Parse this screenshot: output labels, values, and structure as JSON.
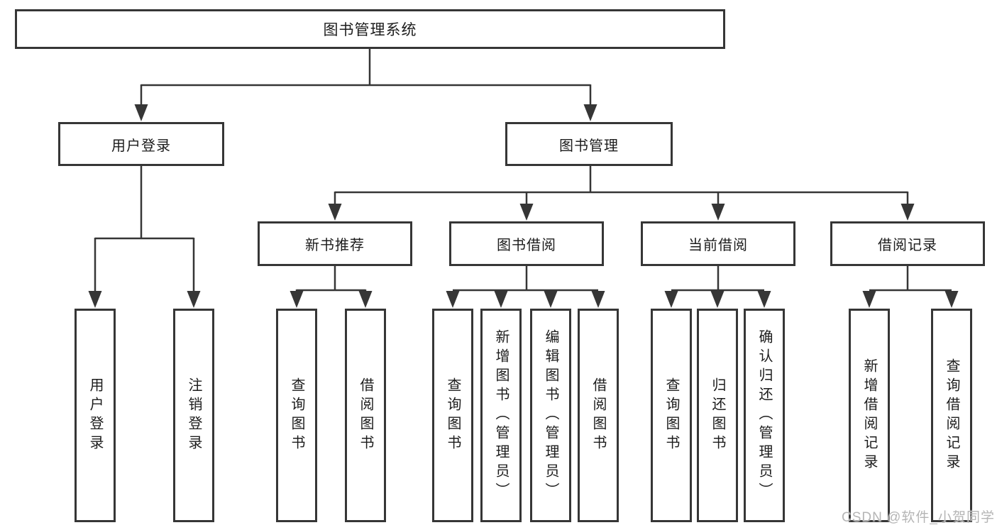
{
  "diagram": {
    "title": "图书管理系统",
    "watermark": "CSDN @软件_小贺同学",
    "colors": {
      "line": "#363636",
      "box_border": "#363636",
      "text": "#1c1c1c",
      "background": "#ffffff",
      "watermark": "#b5b5b5"
    },
    "nodes": {
      "root": {
        "label": "图书管理系统"
      },
      "user_login": {
        "label": "用户登录"
      },
      "book_mgmt": {
        "label": "图书管理"
      },
      "login": {
        "label": "用户登录"
      },
      "logout": {
        "label": "注销登录"
      },
      "new_book": {
        "label": "新书推荐"
      },
      "borrow": {
        "label": "图书借阅"
      },
      "current": {
        "label": "当前借阅"
      },
      "records": {
        "label": "借阅记录"
      },
      "nb_query": {
        "label": "查询图书"
      },
      "nb_borrow": {
        "label": "借阅图书"
      },
      "b_query": {
        "label": "查询图书"
      },
      "b_add": {
        "label": "新增图书（管理员）"
      },
      "b_edit": {
        "label": "编辑图书（管理员）"
      },
      "b_borrow": {
        "label": "借阅图书"
      },
      "c_query": {
        "label": "查询图书"
      },
      "c_return": {
        "label": "归还图书"
      },
      "c_confirm": {
        "label": "确认归还（管理员）"
      },
      "r_add": {
        "label": "新增借阅记录"
      },
      "r_query": {
        "label": "查询借阅记录"
      }
    },
    "edges": [
      {
        "from": "root",
        "to": "user_login"
      },
      {
        "from": "root",
        "to": "book_mgmt"
      },
      {
        "from": "user_login",
        "to": "login"
      },
      {
        "from": "user_login",
        "to": "logout"
      },
      {
        "from": "book_mgmt",
        "to": "new_book"
      },
      {
        "from": "book_mgmt",
        "to": "borrow"
      },
      {
        "from": "book_mgmt",
        "to": "current"
      },
      {
        "from": "book_mgmt",
        "to": "records"
      },
      {
        "from": "new_book",
        "to": "nb_query"
      },
      {
        "from": "new_book",
        "to": "nb_borrow"
      },
      {
        "from": "borrow",
        "to": "b_query"
      },
      {
        "from": "borrow",
        "to": "b_add"
      },
      {
        "from": "borrow",
        "to": "b_edit"
      },
      {
        "from": "borrow",
        "to": "b_borrow"
      },
      {
        "from": "current",
        "to": "c_query"
      },
      {
        "from": "current",
        "to": "c_return"
      },
      {
        "from": "current",
        "to": "c_confirm"
      },
      {
        "from": "records",
        "to": "r_add"
      },
      {
        "from": "records",
        "to": "r_query"
      }
    ]
  }
}
